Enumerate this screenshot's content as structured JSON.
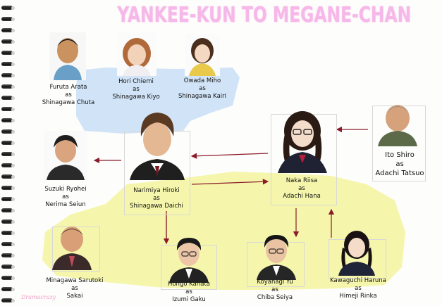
{
  "title": "YANKEE-KUN TO MEGANE-CHAN",
  "watermark": "Dramacrazy",
  "colors": {
    "title_pink": "#f5b8e8",
    "blue_region": "#cfe3f7",
    "yellow_region": "#f4f6a6",
    "arrow": "#8a1b2a"
  },
  "characters": {
    "furuta": {
      "name": "Furuta Arata",
      "as": "as",
      "role": "Shinagawa Chuta"
    },
    "hori": {
      "name": "Hori Chiemi",
      "as": "as",
      "role": "Shinagawa Kiyo"
    },
    "owada": {
      "name": "Owada Miho",
      "as": "as",
      "role": "Shinagawa Kairi"
    },
    "suzuki": {
      "name": "Suzuki Ryohei",
      "as": "as",
      "role": "Nerima Seiun"
    },
    "narimiya": {
      "name": "Narimiya Hiroki",
      "as": "as",
      "role": "Shinagawa Daichi"
    },
    "naka": {
      "name": "Naka Riisa",
      "as": "as",
      "role": "Adachi Hana"
    },
    "ito": {
      "name": "Ito Shiro",
      "as": "as",
      "role": "Adachi Tatsuo"
    },
    "minagawa": {
      "name": "Minagawa Sarutoki",
      "as": "as",
      "role": "Sakai"
    },
    "hongo": {
      "name": "Hongo Kanata",
      "as": "as",
      "role": "Izumi Gaku"
    },
    "koyanagi": {
      "name": "Koyanagi Yu",
      "as": "as",
      "role": "Chiba Seiya"
    },
    "kawaguchi": {
      "name": "Kawaguchi Haruna",
      "as": "as",
      "role": "Himeji Rinka"
    }
  }
}
